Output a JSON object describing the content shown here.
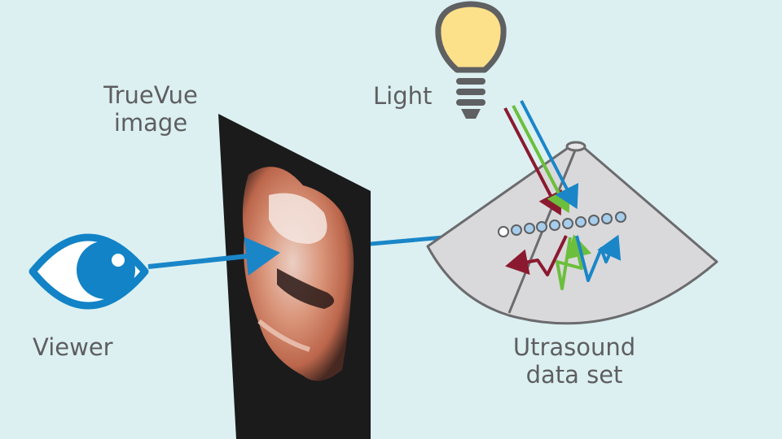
{
  "labels": {
    "truevue_line1": "TrueVue",
    "truevue_line2": "image",
    "light": "Light",
    "viewer": "Viewer",
    "ultrasound_line1": "Utrasound",
    "ultrasound_line2": "data set"
  },
  "colors": {
    "background": "#dcf0f2",
    "eye_blue": "#1283c6",
    "bulb_yellow": "#fde08a",
    "bulb_grey": "#5f6062",
    "ray_red": "#8b1a30",
    "ray_green": "#6cbf3c",
    "ray_blue": "#1a86c8",
    "sector_fill": "#d9d9db",
    "sector_edge": "#6b6b6e",
    "sample_dot": "#a6cdec",
    "panel_dark": "#1b1b1b",
    "text": "#5e5e60"
  },
  "icons": [
    "eye-icon",
    "light-bulb-icon"
  ]
}
